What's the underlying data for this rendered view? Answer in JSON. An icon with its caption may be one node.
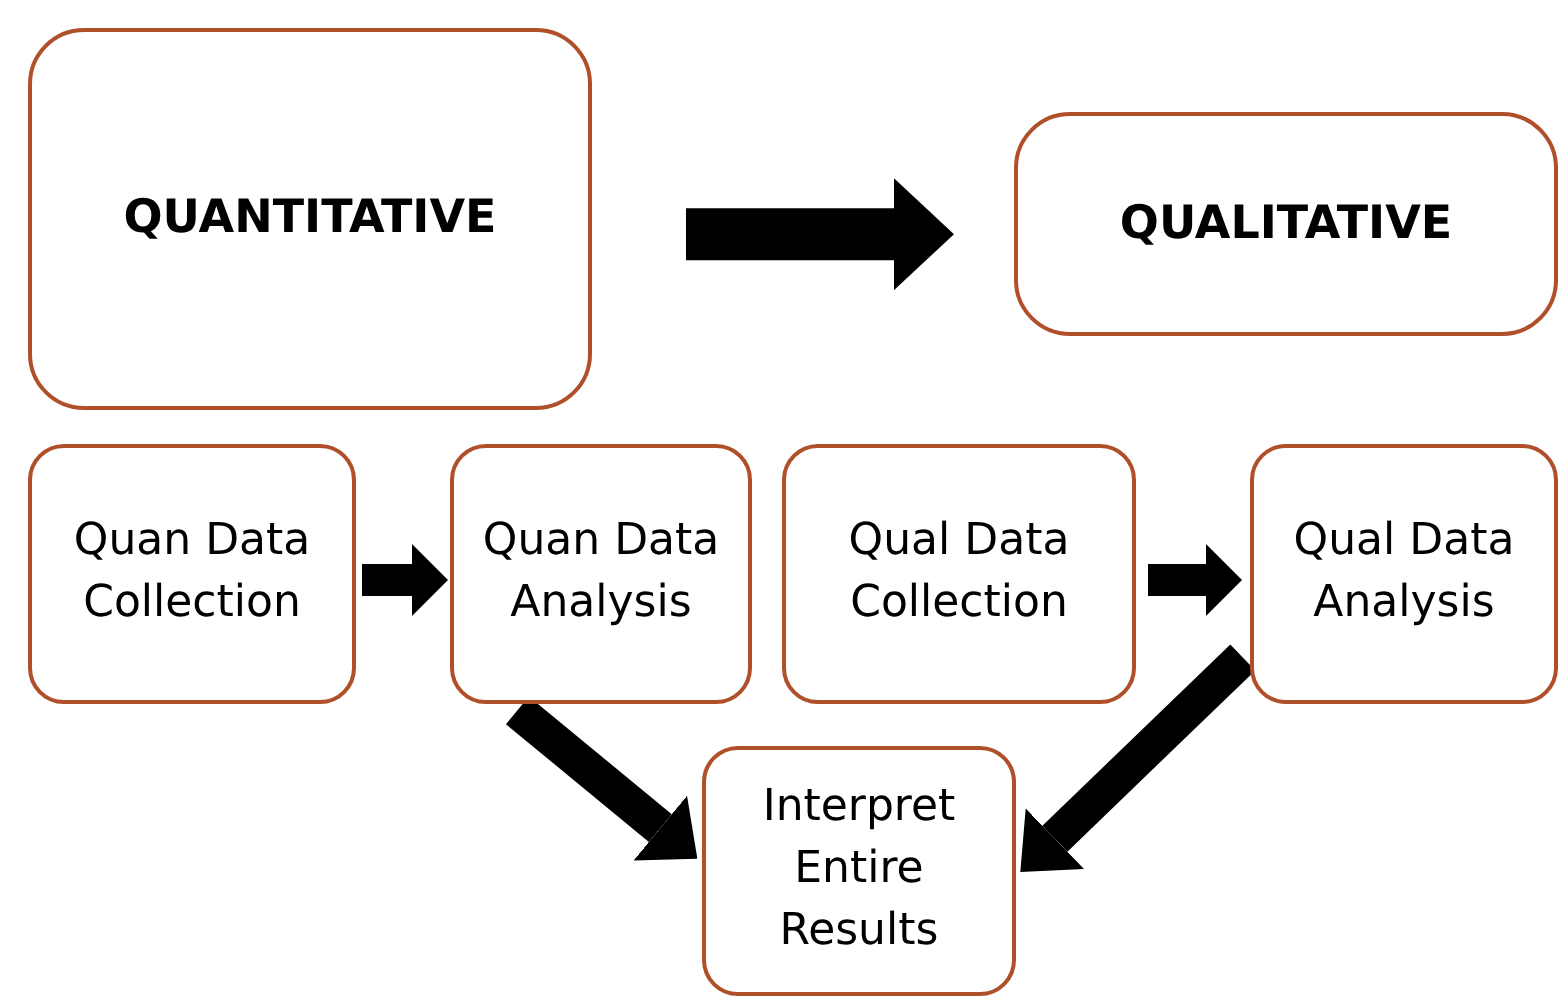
{
  "diagram": {
    "nodes": [
      {
        "text": [
          "QUANTITATIVE"
        ]
      },
      {
        "text": [
          "QUALITATIVE"
        ]
      },
      {
        "text": [
          "Quan Data Collection"
        ]
      },
      {
        "text": [
          "Quan Data Analysis"
        ]
      },
      {
        "text": [
          "Qual Data Collection"
        ]
      },
      {
        "text": [
          "Qual Data Analysis"
        ]
      },
      {
        "text": [
          "Interpret Entire Results"
        ]
      }
    ],
    "edges": [
      {
        "from": 0,
        "to": 1,
        "arrow": "to"
      },
      {
        "from": 2,
        "to": 3,
        "arrow": "to"
      },
      {
        "from": 4,
        "to": 5,
        "arrow": "to"
      },
      {
        "from": 3,
        "to": 6,
        "arrow": "to"
      },
      {
        "from": 5,
        "to": 6,
        "arrow": "to"
      }
    ]
  }
}
